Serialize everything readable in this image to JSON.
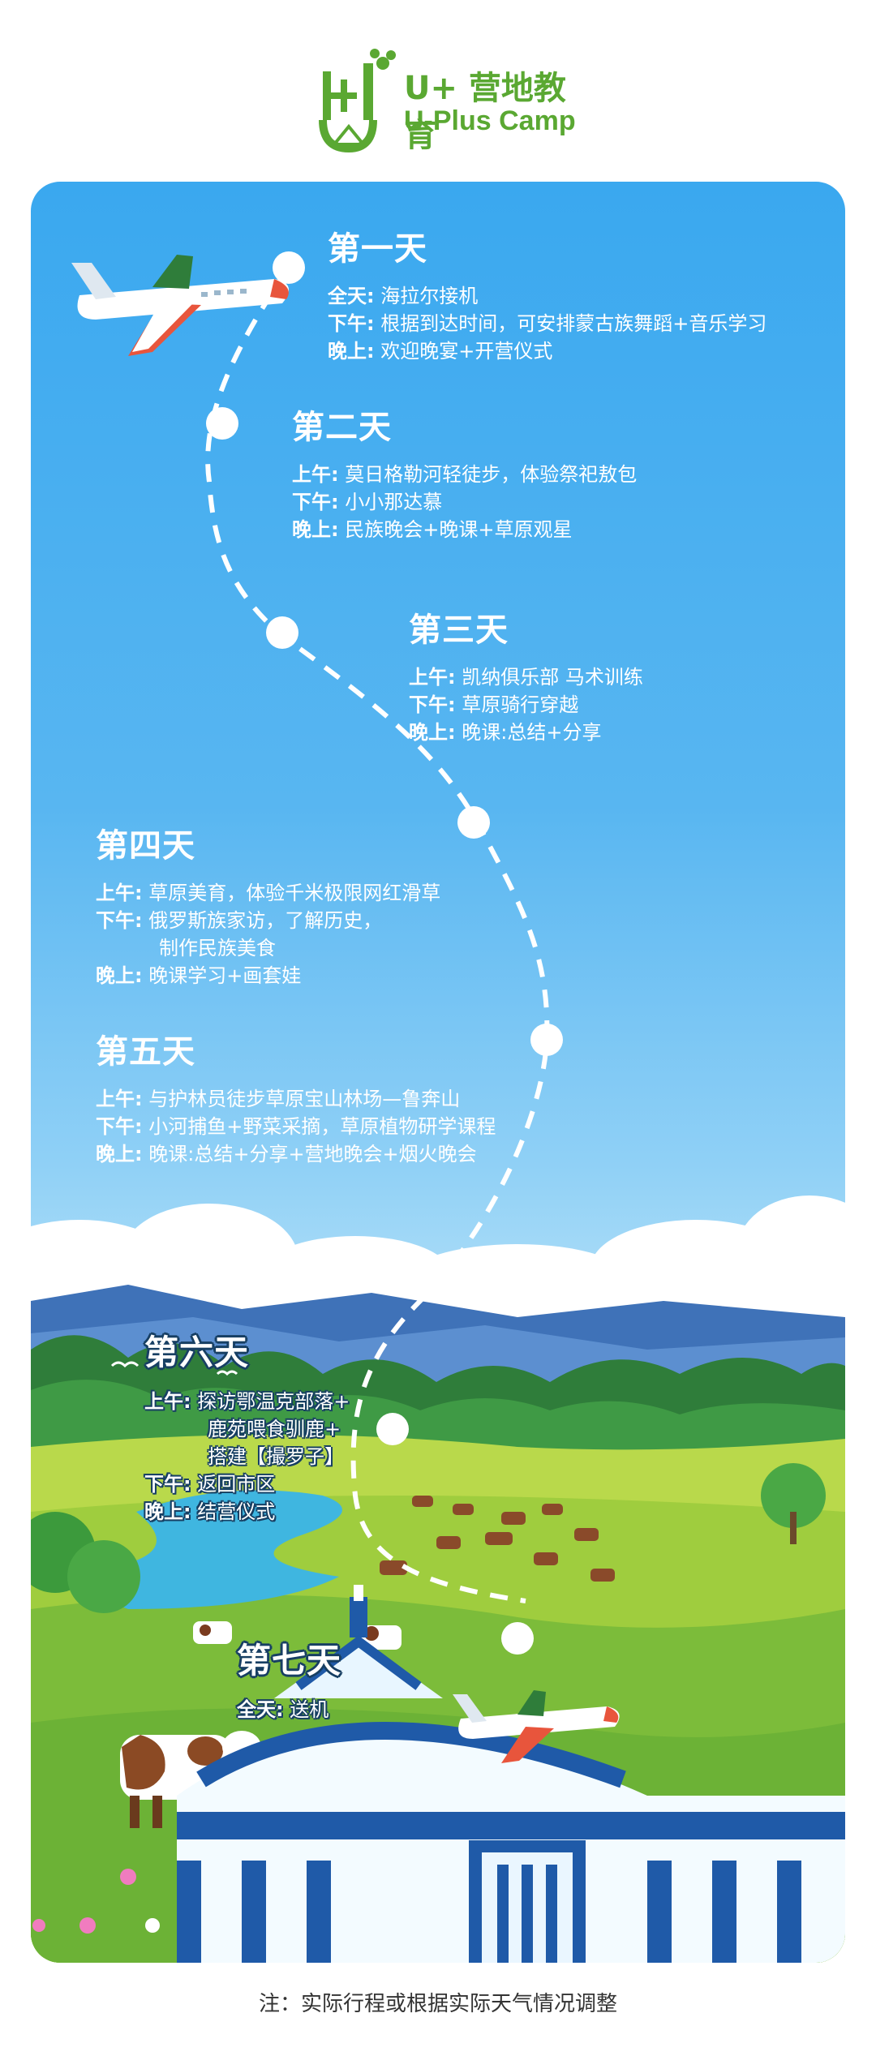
{
  "brand": {
    "name_cn": "U+ 营地教育",
    "name_en": "U-Plus Camp"
  },
  "days": [
    {
      "title": "第一天",
      "items": [
        {
          "label": "全天:",
          "text": "海拉尔接机"
        },
        {
          "label": "下午:",
          "text": "根据到达时间，可安排蒙古族舞蹈+音乐学习"
        },
        {
          "label": "晚上:",
          "text": "欢迎晚宴+开营仪式"
        }
      ]
    },
    {
      "title": "第二天",
      "items": [
        {
          "label": "上午:",
          "text": "莫日格勒河轻徒步，体验祭祀敖包"
        },
        {
          "label": "下午:",
          "text": "小小那达慕"
        },
        {
          "label": "晚上:",
          "text": "民族晚会+晚课+草原观星"
        }
      ]
    },
    {
      "title": "第三天",
      "items": [
        {
          "label": "上午:",
          "text": "凯纳俱乐部 马术训练"
        },
        {
          "label": "下午:",
          "text": "草原骑行穿越"
        },
        {
          "label": "晚上:",
          "text": "晚课:总结+分享"
        }
      ]
    },
    {
      "title": "第四天",
      "items": [
        {
          "label": "上午:",
          "text": "草原美育，体验千米极限网红滑草"
        },
        {
          "label": "下午:",
          "text": "俄罗斯族家访，了解历史，",
          "cont": "制作民族美食"
        },
        {
          "label": "晚上:",
          "text": "晚课学习+画套娃"
        }
      ]
    },
    {
      "title": "第五天",
      "items": [
        {
          "label": "上午:",
          "text": "与护林员徒步草原宝山林场—鲁奔山"
        },
        {
          "label": "下午:",
          "text": "小河捕鱼+野菜采摘，草原植物研学课程"
        },
        {
          "label": "晚上:",
          "text": "晚课:总结+分享+营地晚会+烟火晚会"
        }
      ]
    },
    {
      "title": "第六天",
      "items": [
        {
          "label": "上午:",
          "text": "探访鄂温克部落+",
          "cont": "鹿苑喂食驯鹿+",
          "cont2": "搭建【撮罗子】"
        },
        {
          "label": "下午:",
          "text": "返回市区"
        },
        {
          "label": "晚上:",
          "text": "结营仪式"
        }
      ]
    },
    {
      "title": "第七天",
      "items": [
        {
          "label": "全天:",
          "text": "送机"
        }
      ]
    }
  ],
  "note": "注：实际行程或根据实际天气情况调整",
  "colors": {
    "brand_green": "#5aa832",
    "sky": "#3aa8ef",
    "outline": "#173f63",
    "yurt_blue": "#1f5aa8"
  }
}
